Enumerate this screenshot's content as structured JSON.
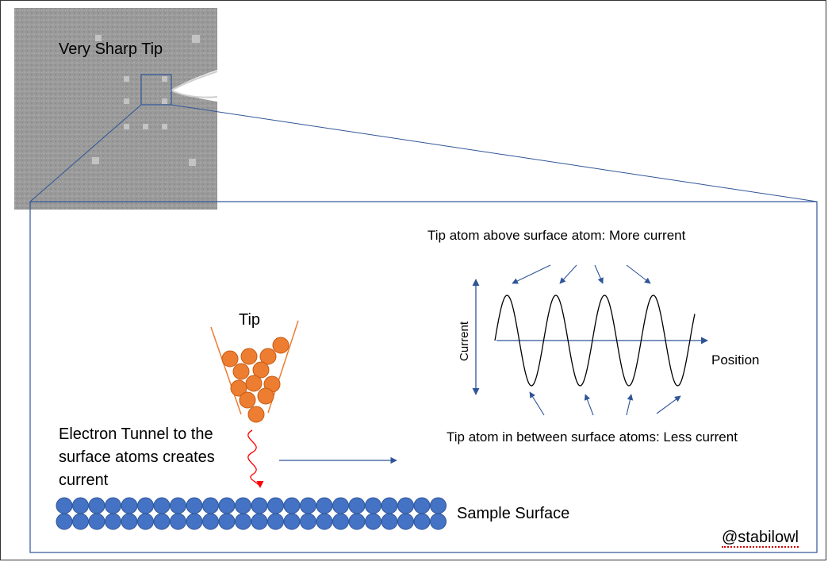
{
  "labels": {
    "tip_title": "Very Sharp Tip",
    "tip": "Tip",
    "tunnel": "Electron Tunnel to the surface atoms creates current",
    "sample_surface": "Sample Surface",
    "above": "Tip atom above surface atom: More current",
    "between": "Tip atom in between surface atoms: Less current",
    "y_axis": "Current",
    "x_axis": "Position",
    "credit": "@stabilowl"
  },
  "colors": {
    "frame": "#2f5597",
    "arrow": "#2f5597",
    "surface_atom": "#4472c4",
    "surface_atom_stroke": "#2f5597",
    "tip_atom": "#ed7d31",
    "tip_atom_stroke": "#c55a11",
    "tunnel_arrow": "#ff0000",
    "wave": "#000000"
  },
  "chart_data": {
    "type": "line",
    "xlabel": "Position",
    "ylabel": "Current",
    "wave": {
      "peaks": 4
    }
  }
}
